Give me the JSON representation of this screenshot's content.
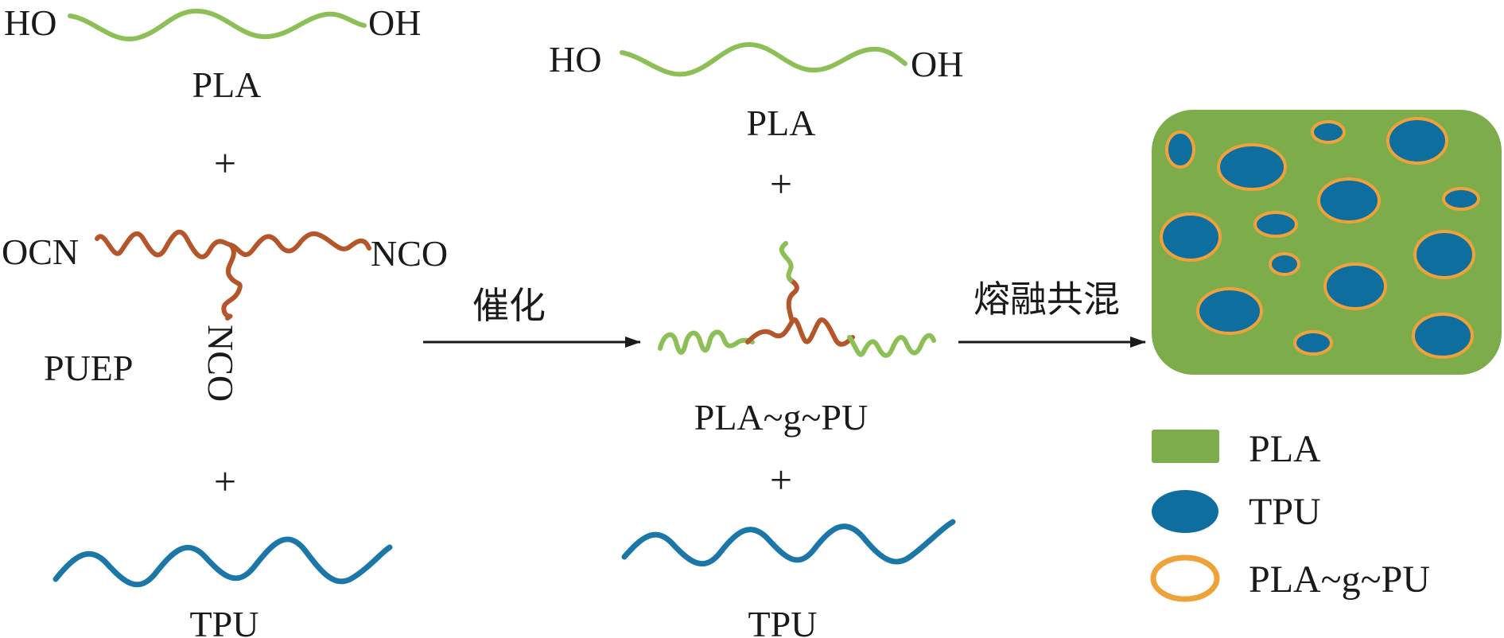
{
  "colors": {
    "pla": "#7dac4a",
    "pla_light": "#8cbf55",
    "puep": "#b5552a",
    "tpu": "#1a77a8",
    "tpu_dot": "#0e6f9e",
    "ring": "#f0a23a",
    "text": "#1a1a1a"
  },
  "left": {
    "pla_end_left": "HO",
    "pla_end_right": "OH",
    "pla_label": "PLA",
    "plus_1": "+",
    "puep_end_left": "OCN",
    "puep_end_right": "NCO",
    "puep_end_down": "NCO",
    "puep_label": "PUEP",
    "plus_2": "+",
    "tpu_label": "TPU"
  },
  "step1": {
    "label": "催化"
  },
  "middle": {
    "pla_end_left": "HO",
    "pla_end_right": "OH",
    "pla_label": "PLA",
    "plus_1": "+",
    "graft_label": "PLA~g~PU",
    "plus_2": "+",
    "tpu_label": "TPU"
  },
  "step2": {
    "label": "熔融共混"
  },
  "legend": {
    "items": [
      {
        "label": "PLA",
        "icon": "green-rectangle-swatch"
      },
      {
        "label": "TPU",
        "icon": "blue-ellipse-swatch"
      },
      {
        "label": "PLA~g~PU",
        "icon": "orange-ring-swatch"
      }
    ]
  }
}
